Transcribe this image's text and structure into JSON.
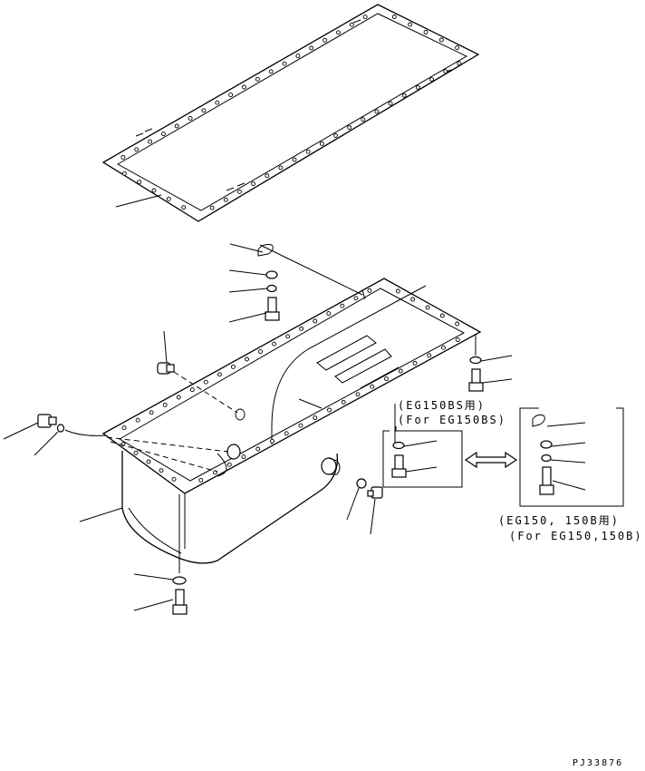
{
  "variant_bs": {
    "caption_ja": "(EG150BS用)",
    "caption_en": "(For EG150BS)"
  },
  "variant_b": {
    "caption_ja": "(EG150, 150B用)",
    "caption_en": "(For EG150,150B)"
  },
  "drawing_code": "PJ33876"
}
